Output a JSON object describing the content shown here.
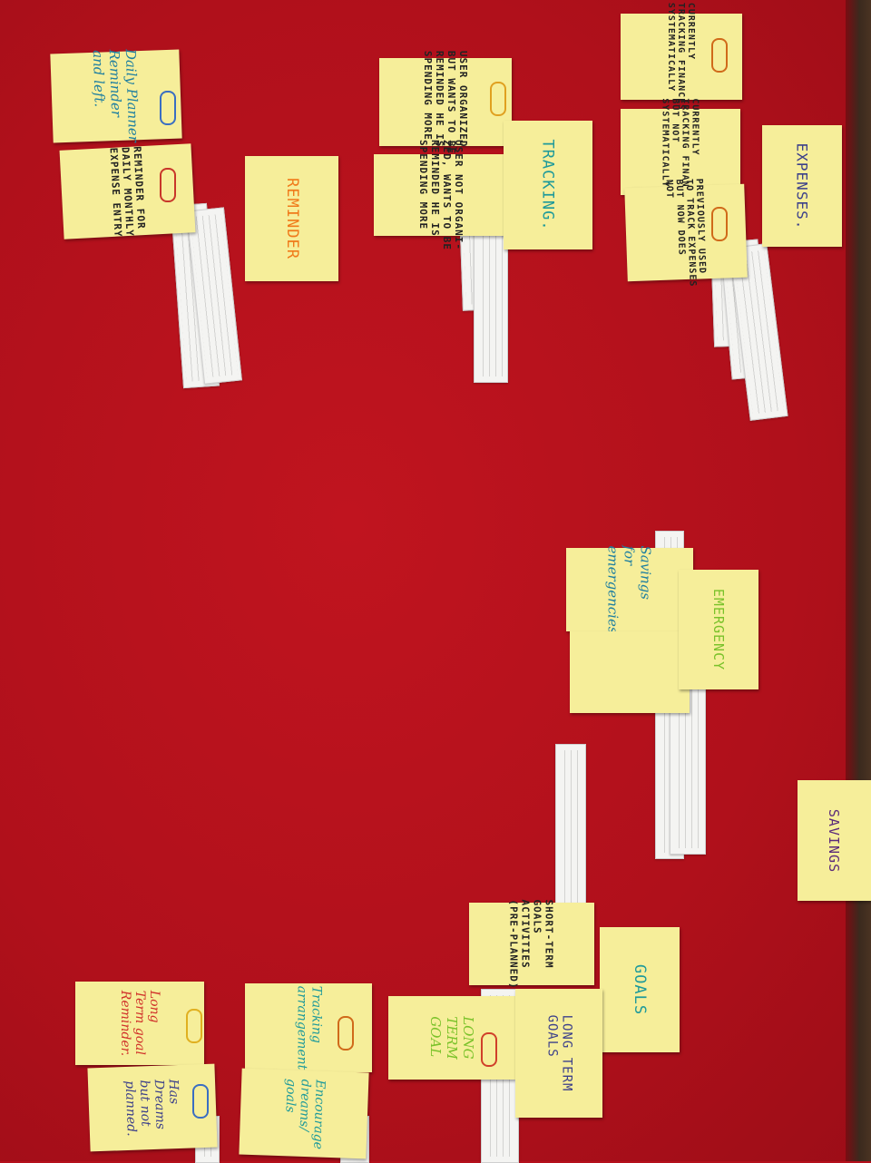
{
  "colors": {
    "board": "#b5101c",
    "note": "#f6ee9a",
    "strip": "#f4f4f2"
  },
  "notes": {
    "daily_planner": "Daily Planner\nReminder\nand left.",
    "reminder_daily": "REMINDER FOR\nDAILY MONTHLY\nEXPENSE ENTRY",
    "reminder_title": "REMINDER",
    "user_organized": "USER ORGANIZED\nBUT WANTS TO BE\nREMINDED HE IS\nSPENDING MORE",
    "user_not_organized": "USER NOT ORGANI-\nZED, WANTS TO BE\nREMINDED HE IS\nSPENDING MORE",
    "tracking_title": "TRACKING.",
    "currently_tracking_sys": "CURRENTLY\nTRACKING FINANCES\nSYSTEMATICALLY",
    "currently_tracking_not": "CURRENTLY\nTRACKING FINANCES\nBUT NOT\nSYSTEMATICALLY",
    "previously_used": "PREVIOUSLY USED\nTO TRACK EXPENSES\nBUT NOW DOES\nNOT",
    "expenses_title": "EXPENSES.",
    "savings_emergency": "Savings\nfor\nemergencies",
    "emergency_title": "EMERGENCY",
    "savings_title": "SAVINGS",
    "short_term_goals": "SHORT-TERM\nGOALS\nACTIVITIES\n(PRE-PLANNED)",
    "goals_title": "GOALS",
    "long_term_goal": "LONG\nTERM\nGOAL",
    "long_term_goals_title": "LONG TERM\nGOALS",
    "tracking_arrangement": "Tracking\narrangement",
    "encourage_dreams": "Encourage\ndreams/\ngoals",
    "long_term_reminder": "Long\nTerm goal\nReminder.",
    "has_dreams": "Has\nDreams\nbut not\nplanned."
  }
}
